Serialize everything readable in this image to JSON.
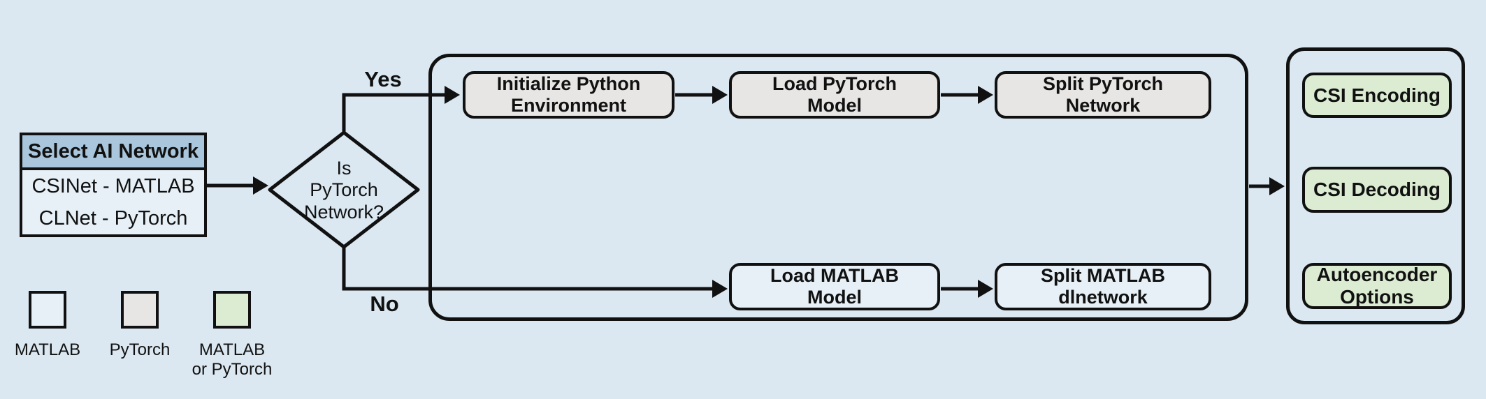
{
  "colors": {
    "background": "#dbe8f1",
    "matlab_fill": "#e7f0f7",
    "pytorch_fill": "#e8e6e4",
    "matlab_or_pytorch_fill": "#dcecd3",
    "select_header_fill": "#a9c6dd",
    "line_color": "#111111"
  },
  "select_box": {
    "header": "Select AI Network",
    "options": [
      "CSINet - MATLAB",
      "CLNet - PyTorch"
    ]
  },
  "decision": {
    "label": "Is\nPyTorch\nNetwork?",
    "yes_label": "Yes",
    "no_label": "No"
  },
  "pytorch_branch": [
    {
      "label": "Initialize Python\nEnvironment"
    },
    {
      "label": "Load PyTorch\nModel"
    },
    {
      "label": "Split PyTorch\nNetwork"
    }
  ],
  "matlab_branch": [
    {
      "label": "Load MATLAB\nModel"
    },
    {
      "label": "Split MATLAB\ndlnetwork"
    }
  ],
  "output_panel": [
    {
      "label": "CSI Encoding"
    },
    {
      "label": "CSI Decoding"
    },
    {
      "label": "Autoencoder\nOptions"
    }
  ],
  "legend": {
    "items": [
      {
        "label": "MATLAB",
        "color": "#e7f0f7"
      },
      {
        "label": "PyTorch",
        "color": "#e8e6e4"
      },
      {
        "label": "MATLAB\nor PyTorch",
        "color": "#dcecd3"
      }
    ]
  }
}
